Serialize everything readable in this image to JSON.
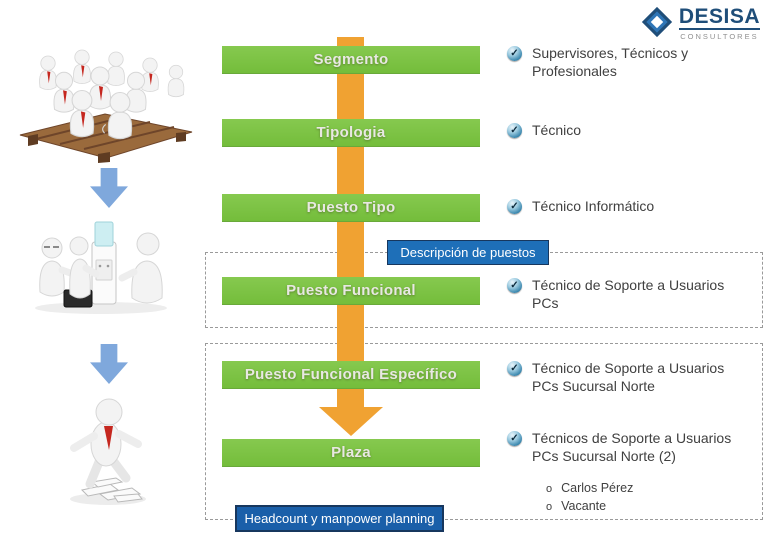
{
  "logo": {
    "title": "DESISA",
    "subtitle": "CONSULTORES"
  },
  "colors": {
    "bar_green": "#7CC142",
    "arrow_orange": "#F0A232",
    "block_arrow_blue": "#7FA8DC",
    "tag_blue": "#1E6FB8",
    "tag_blue_dark": "#1A5FA9",
    "tag_border_navy": "#17375E",
    "brand_navy": "#1F4E79",
    "text_dark": "#404040"
  },
  "icons": {
    "bullet_check": "✓",
    "sub_bullet": "o",
    "logo_mark": "diamond"
  },
  "flow": {
    "levels": [
      {
        "label": "Segmento",
        "description": "Supervisores, Técnicos y Profesionales"
      },
      {
        "label": "Tipologia",
        "description": "Técnico"
      },
      {
        "label": "Puesto Tipo",
        "description": "Técnico Informático"
      },
      {
        "label": "Puesto Funcional",
        "description": "Técnico de Soporte a Usuarios PCs"
      },
      {
        "label": "Puesto Funcional Específico",
        "description": "Técnico de Soporte a Usuarios PCs Sucursal Norte"
      },
      {
        "label": "Plaza",
        "description": "Técnicos de Soporte a Usuarios PCs Sucursal Norte (2)",
        "sub_items": [
          "Carlos Pérez",
          "Vacante"
        ]
      }
    ]
  },
  "tags": {
    "descripcion": "Descripción de puestos",
    "headcount": "Headcount y manpower planning"
  },
  "illustrations": {
    "top": "crowd-of-figures-on-pallet",
    "middle": "team-at-water-cooler",
    "bottom": "running-figure-over-papers"
  }
}
